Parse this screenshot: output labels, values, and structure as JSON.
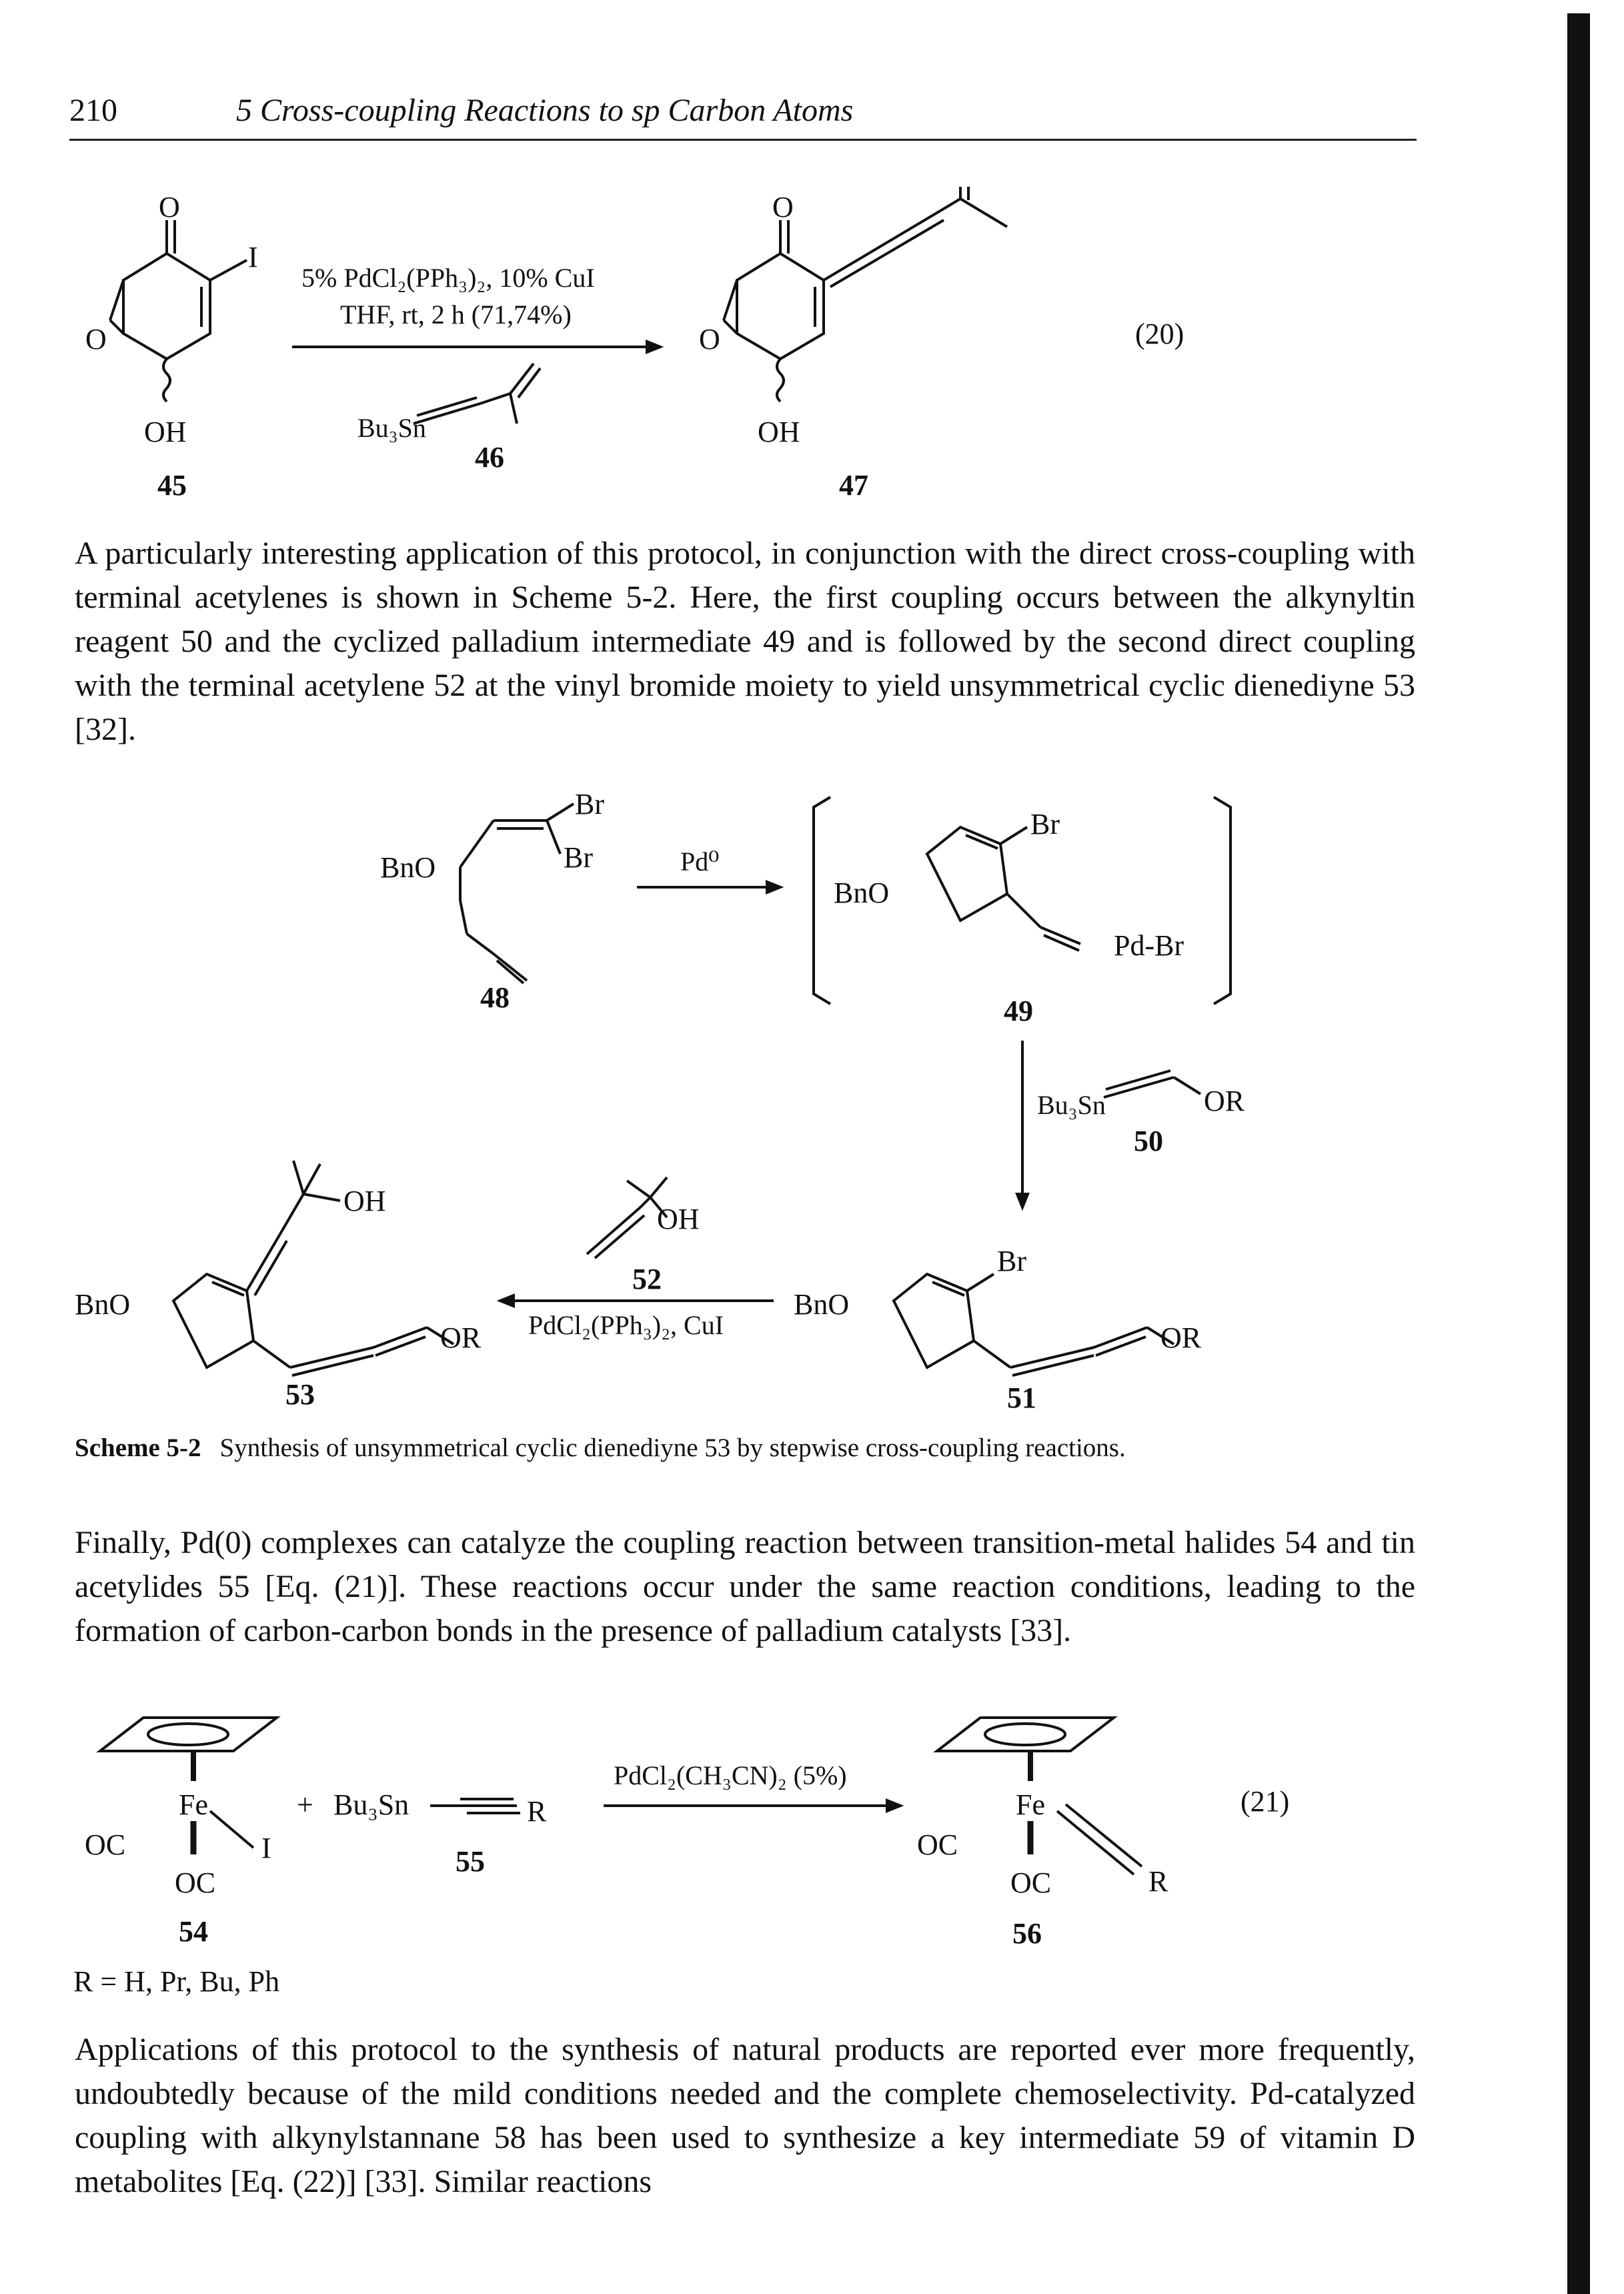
{
  "header": {
    "page_number": "210",
    "running_title": "5  Cross-coupling Reactions to sp Carbon Atoms"
  },
  "eq20": {
    "reagents_line1": "5% PdCl₂(PPh₃)₂, 10% CuI",
    "reagents_line2": "THF, rt, 2 h (71,74%)",
    "reagent_formula": "Bu₃Sn",
    "reagent_number": "46",
    "start_number": "45",
    "product_number": "47",
    "atoms": {
      "O": "O",
      "I": "I",
      "OH": "OH"
    },
    "eq_number": "(20)"
  },
  "paragraph1": "A particularly interesting application of this protocol, in conjunction with the direct cross-coupling with terminal acetylenes is shown in Scheme 5-2. Here, the first coupling occurs between the alkynyltin reagent 50 and the cyclized palladium intermediate 49 and is followed by the second direct coupling with the terminal acetylene 52 at the vinyl bromide moiety to yield unsymmetrical cyclic dienediyne 53 [32].",
  "scheme": {
    "atoms": {
      "Br": "Br",
      "BnO": "BnO",
      "OR": "OR",
      "OH": "OH",
      "PdBr": "Pd-Br"
    },
    "reagent_pd": "Pd⁰",
    "reagent_tin": "Bu₃Sn",
    "reagent_52_number": "52",
    "reagent_pd_cui": "PdCl₂(PPh₃)₂, CuI",
    "compound_numbers": {
      "c48": "48",
      "c49": "49",
      "c50": "50",
      "c51": "51",
      "c53": "53"
    }
  },
  "caption": {
    "label": "Scheme 5-2",
    "text": "Synthesis of unsymmetrical cyclic dienediyne 53 by stepwise cross-coupling reactions."
  },
  "paragraph2": "Finally, Pd(0) complexes can catalyze the coupling reaction between transition-metal halides 54 and tin acetylides 55 [Eq. (21)]. These reactions occur under the same reaction conditions, leading to the formation of carbon-carbon bonds in the presence of palladium catalysts [33].",
  "eq21": {
    "fe": "Fe",
    "oc": "OC",
    "iodide": "I",
    "plus": "+",
    "tin": "Bu₃Sn",
    "r": "R",
    "reagents": "PdCl₂(CH₃CN)₂ (5%)",
    "n54": "54",
    "n55": "55",
    "n56": "56",
    "r_definition": "R = H, Pr, Bu, Ph",
    "eq_number": "(21)"
  },
  "paragraph3": "Applications of this protocol to the synthesis of natural products are reported ever more frequently, undoubtedly because of the mild conditions needed and the complete chemoselectivity. Pd-catalyzed coupling with alkynylstannane 58 has been used to synthesize a key intermediate 59 of vitamin D metabolites [Eq. (22)] [33]. Similar reactions"
}
